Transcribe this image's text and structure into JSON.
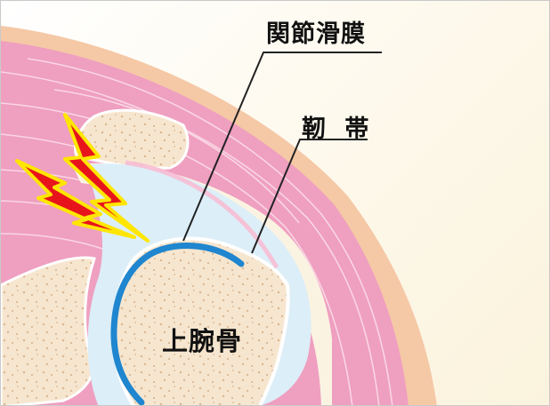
{
  "labels": {
    "synovium": "関節滑膜",
    "ligament": "靭 帯",
    "humerus": "上腕骨"
  },
  "colors": {
    "background": "#fbf6e8",
    "skin": "#f5c8a6",
    "muscle": "#ef9fc0",
    "muscle_stripe": "#fbe0ea",
    "bone": "#f7e6cf",
    "bone_dots": "#d9b894",
    "joint_capsule": "#dceef8",
    "synovium": "#1f86cf",
    "lightning_fill": "#e8141c",
    "lightning_outline": "#ffe600"
  }
}
